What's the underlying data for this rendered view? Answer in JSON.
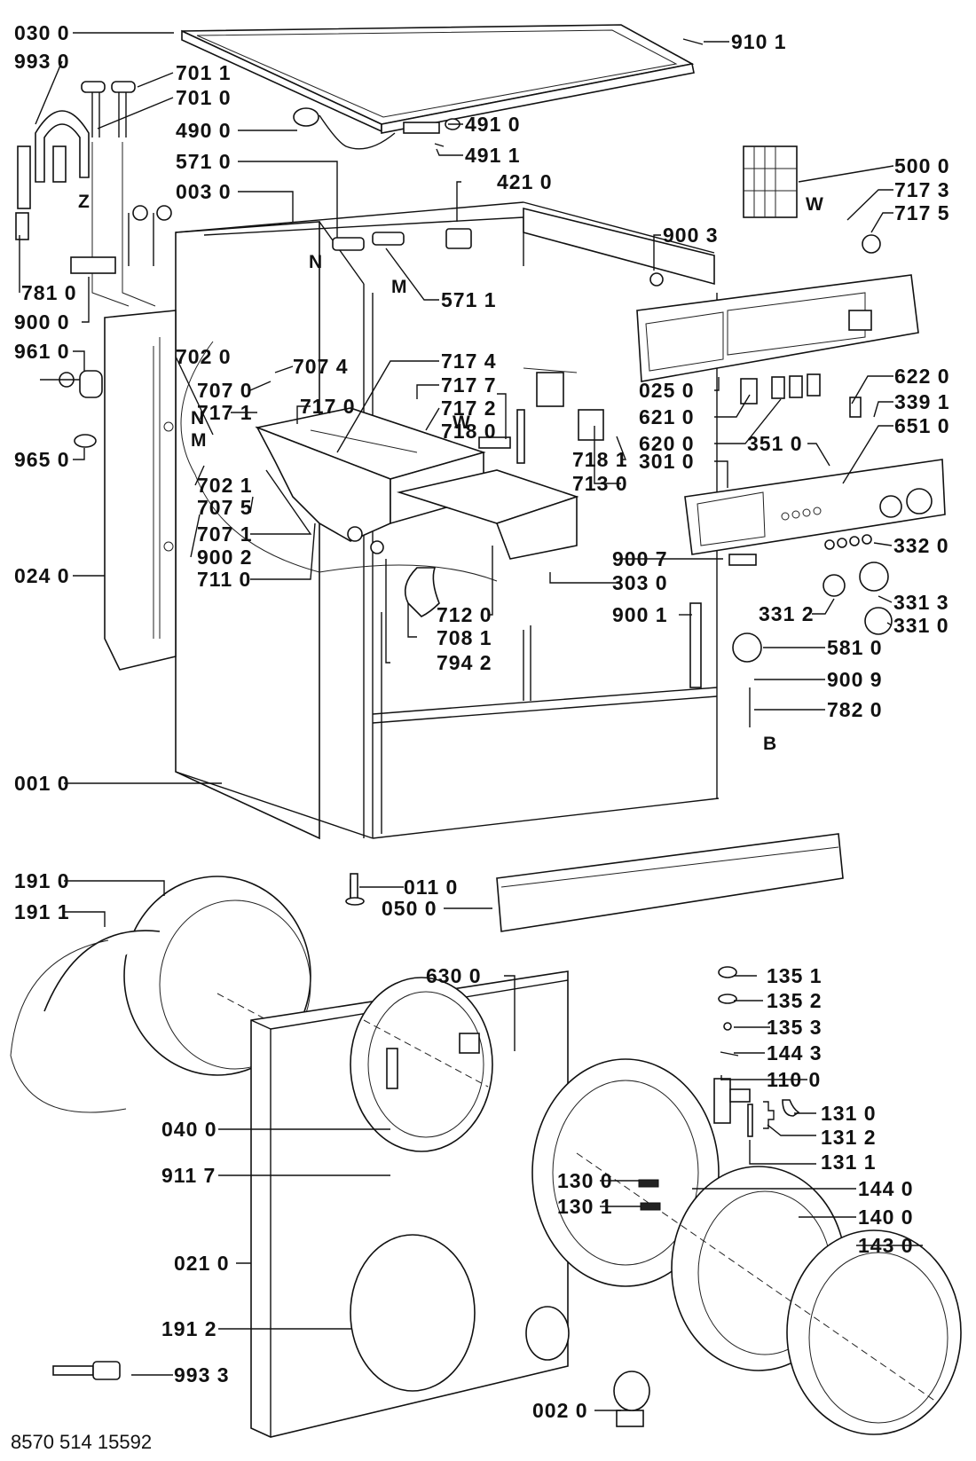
{
  "title": "Exploded parts diagram – front-loading washing machine cabinet",
  "document_number": "8570 514 15592",
  "callouts": [
    {
      "id": "c0300",
      "code": "030 0",
      "part": "top-cover"
    },
    {
      "id": "c9930",
      "code": "993 0",
      "part": "drain-hose-bracket"
    },
    {
      "id": "c7011",
      "code": "701 1",
      "part": "inlet-hose-tap"
    },
    {
      "id": "c7010",
      "code": "701 0",
      "part": "inlet-hose"
    },
    {
      "id": "c4900",
      "code": "490 0",
      "part": "mains-cable"
    },
    {
      "id": "c5710",
      "code": "571 0",
      "part": "inlet-valve-single"
    },
    {
      "id": "c0030",
      "code": "003 0",
      "part": "cabinet-rear"
    },
    {
      "id": "c7810",
      "code": "781 0",
      "part": "drain-hose"
    },
    {
      "id": "c9000",
      "code": "900 0",
      "part": "hose-clip-holder"
    },
    {
      "id": "c9610",
      "code": "961 0",
      "part": "transport-bolt"
    },
    {
      "id": "c9650",
      "code": "965 0",
      "part": "bolt-cap"
    },
    {
      "id": "c0240",
      "code": "024 0",
      "part": "side-panel"
    },
    {
      "id": "c7020",
      "code": "702 0",
      "part": "hose-n"
    },
    {
      "id": "c7074",
      "code": "707 4",
      "part": "clamp-a"
    },
    {
      "id": "c7070",
      "code": "707 0",
      "part": "clamp-b"
    },
    {
      "id": "c7171",
      "code": "717 1",
      "part": "fixing-spring"
    },
    {
      "id": "c7170",
      "code": "717 0",
      "part": "dispenser-housing"
    },
    {
      "id": "c7021",
      "code": "702 1",
      "part": "hose-m"
    },
    {
      "id": "c7075",
      "code": "707 5",
      "part": "clamp-c"
    },
    {
      "id": "c7071",
      "code": "707 1",
      "part": "clamp-d"
    },
    {
      "id": "c9002",
      "code": "900 2",
      "part": "hose-clips"
    },
    {
      "id": "c7110",
      "code": "711 0",
      "part": "dispenser-bottom"
    },
    {
      "id": "c7174",
      "code": "717 4",
      "part": "dispenser-seal"
    },
    {
      "id": "c7177",
      "code": "717 7",
      "part": "dispenser-screw"
    },
    {
      "id": "c7172",
      "code": "717 2",
      "part": "dispenser-clip"
    },
    {
      "id": "c7180",
      "code": "718 0",
      "part": "siphon"
    },
    {
      "id": "c4910",
      "code": "491 0",
      "part": "interference-filter"
    },
    {
      "id": "c4911",
      "code": "491 1",
      "part": "filter-screw"
    },
    {
      "id": "c5711",
      "code": "571 1",
      "part": "inlet-valve-double"
    },
    {
      "id": "c4210",
      "code": "421 0",
      "part": "door-lock-relay"
    },
    {
      "id": "c9101",
      "code": "910 1",
      "part": "top-screw"
    },
    {
      "id": "c5000",
      "code": "500 0",
      "part": "programmer"
    },
    {
      "id": "c7173",
      "code": "717 3",
      "part": "programmer-bracket"
    },
    {
      "id": "c7175",
      "code": "717 5",
      "part": "programmer-knob-adapter"
    },
    {
      "id": "c9003",
      "code": "900 3",
      "part": "crossbar-clip"
    },
    {
      "id": "c0250",
      "code": "025 0",
      "part": "control-panel-frame"
    },
    {
      "id": "c6210",
      "code": "621 0",
      "part": "switch-single"
    },
    {
      "id": "c6200",
      "code": "620 0",
      "part": "switch-block"
    },
    {
      "id": "c3010",
      "code": "301 0",
      "part": "control-panel"
    },
    {
      "id": "c3510",
      "code": "351 0",
      "part": "indicator-lamp"
    },
    {
      "id": "c6220",
      "code": "622 0",
      "part": "potentiometer"
    },
    {
      "id": "c3391",
      "code": "339 1",
      "part": "shaft-adapter"
    },
    {
      "id": "c6510",
      "code": "651 0",
      "part": "panel-facia"
    },
    {
      "id": "c7181",
      "code": "718 1",
      "part": "siphon-cap"
    },
    {
      "id": "c7130",
      "code": "713 0",
      "part": "dispenser-flap"
    },
    {
      "id": "c9007",
      "code": "900 7",
      "part": "drawer-catch"
    },
    {
      "id": "c3030",
      "code": "303 0",
      "part": "dispenser-handle"
    },
    {
      "id": "c3320",
      "code": "332 0",
      "part": "push-buttons"
    },
    {
      "id": "c3313",
      "code": "331 3",
      "part": "knob-ring"
    },
    {
      "id": "c3312",
      "code": "331 2",
      "part": "small-knob"
    },
    {
      "id": "c3310",
      "code": "331 0",
      "part": "programme-knob"
    },
    {
      "id": "c9001",
      "code": "900 1",
      "part": "cable-holder"
    },
    {
      "id": "c5810",
      "code": "581 0",
      "part": "pressure-switch"
    },
    {
      "id": "c9009",
      "code": "900 9",
      "part": "hose-clip-small"
    },
    {
      "id": "c7820",
      "code": "782 0",
      "part": "pressure-hose"
    },
    {
      "id": "c7120",
      "code": "712 0",
      "part": "dispenser-drawer"
    },
    {
      "id": "c7081",
      "code": "708 1",
      "part": "dispenser-bellows"
    },
    {
      "id": "c7942",
      "code": "794 2",
      "part": "bellows-ring"
    },
    {
      "id": "c0010",
      "code": "001 0",
      "part": "cabinet"
    },
    {
      "id": "c1910",
      "code": "191 0",
      "part": "door-seal"
    },
    {
      "id": "c1911",
      "code": "191 1",
      "part": "seal-spring"
    },
    {
      "id": "c0110",
      "code": "011 0",
      "part": "foot"
    },
    {
      "id": "c0500",
      "code": "050 0",
      "part": "kick-plate"
    },
    {
      "id": "c1351",
      "code": "135 1",
      "part": "hinge-pin"
    },
    {
      "id": "c1352",
      "code": "135 2",
      "part": "hinge-spring"
    },
    {
      "id": "c1353",
      "code": "135 3",
      "part": "hinge-washer"
    },
    {
      "id": "c1443",
      "code": "144 3",
      "part": "door-screw"
    },
    {
      "id": "c1100",
      "code": "110 0",
      "part": "door-handle"
    },
    {
      "id": "c6300",
      "code": "630 0",
      "part": "door-interlock"
    },
    {
      "id": "c0400",
      "code": "040 0",
      "part": "door-hinge"
    },
    {
      "id": "c9117",
      "code": "911 7",
      "part": "hinge-screw"
    },
    {
      "id": "c1310",
      "code": "131 0",
      "part": "door-hook"
    },
    {
      "id": "c1312",
      "code": "131 2",
      "part": "hook-lever"
    },
    {
      "id": "c1311",
      "code": "131 1",
      "part": "hook-pin"
    },
    {
      "id": "c1300",
      "code": "130 0",
      "part": "door-frame-insert-a"
    },
    {
      "id": "c1301",
      "code": "130 1",
      "part": "door-frame-insert-b"
    },
    {
      "id": "c1440",
      "code": "144 0",
      "part": "door-frame-inner"
    },
    {
      "id": "c1400",
      "code": "140 0",
      "part": "door-glass"
    },
    {
      "id": "c1430",
      "code": "143 0",
      "part": "door-frame-outer"
    },
    {
      "id": "c0210",
      "code": "021 0",
      "part": "front-panel"
    },
    {
      "id": "c1912",
      "code": "191 2",
      "part": "seal-clamp-ring"
    },
    {
      "id": "c9933",
      "code": "993 3",
      "part": "service-tool"
    },
    {
      "id": "c0020",
      "code": "002 0",
      "part": "filter-cover"
    }
  ],
  "markers": {
    "N": "N",
    "M": "M",
    "W": "W",
    "Z": "Z",
    "B": "B"
  }
}
